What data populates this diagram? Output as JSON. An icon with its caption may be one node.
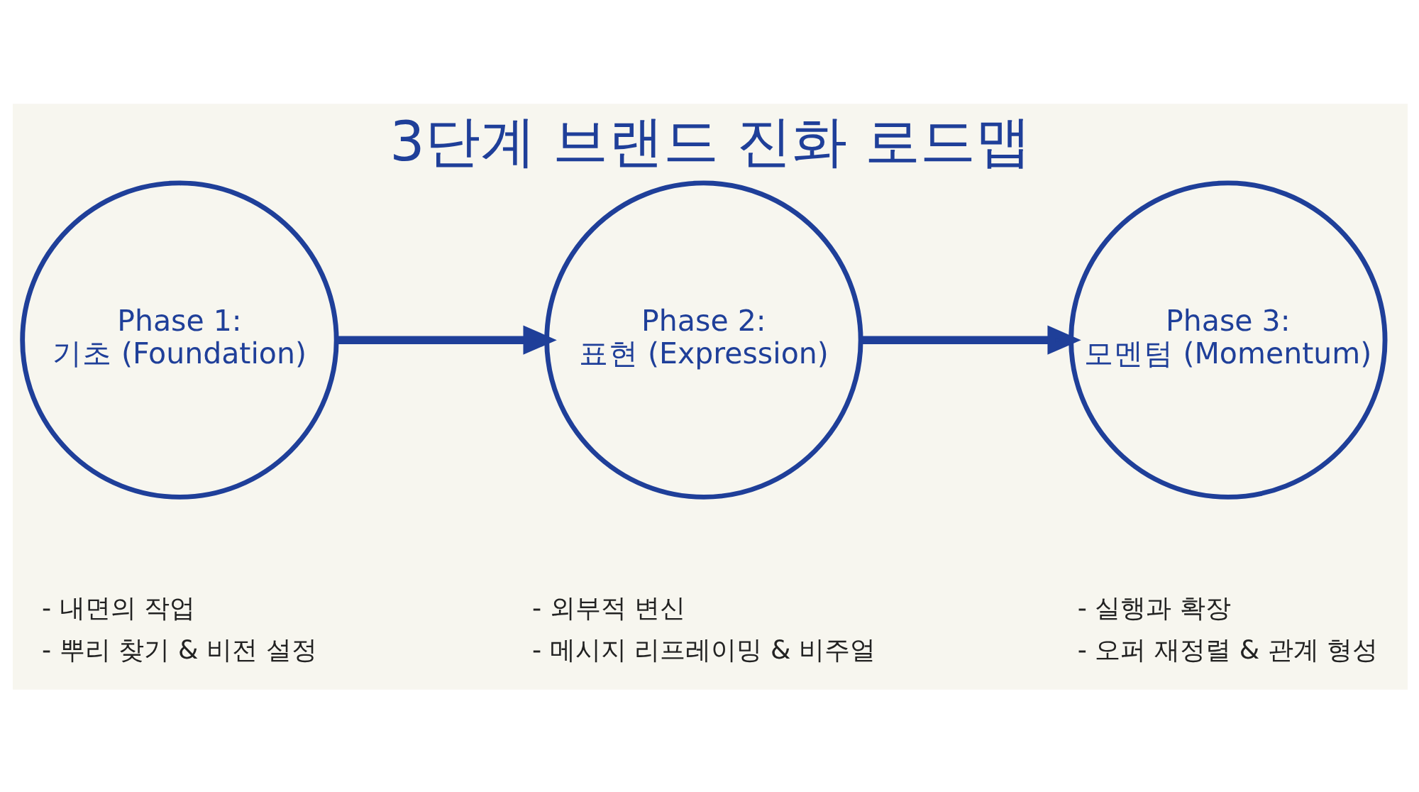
{
  "diagram": {
    "title": "3단계 브랜드 진화 로드맵",
    "nodes": [
      {
        "text": [
          "Phase 1:",
          "기초 (Foundation)"
        ],
        "beside": [
          "- 내면의 작업",
          "- 뿌리 찾기 & 비전 설정"
        ]
      },
      {
        "text": [
          "Phase 2:",
          "표현 (Expression)"
        ],
        "beside": [
          "- 외부적 변신",
          "- 메시지 리프레이밍 & 비주얼"
        ]
      },
      {
        "text": [
          "Phase 3:",
          "모멘텀 (Momentum)"
        ],
        "beside": [
          "- 실행과 확장",
          "- 오퍼 재정렬 & 관계 형성"
        ]
      }
    ],
    "edges": [
      {
        "from": 0,
        "to": 1,
        "arrow": "to"
      },
      {
        "from": 1,
        "to": 2,
        "arrow": "to"
      }
    ]
  }
}
